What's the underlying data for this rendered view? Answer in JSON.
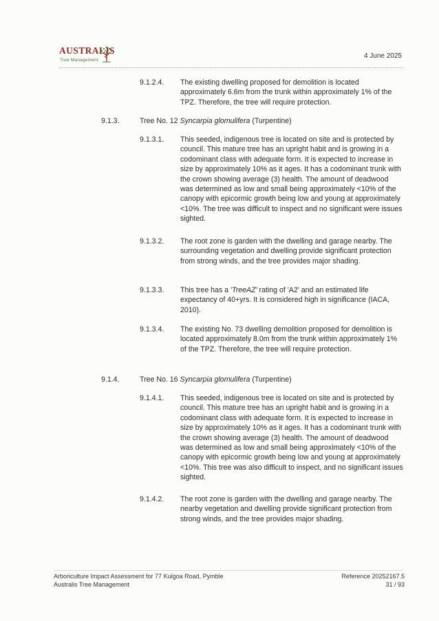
{
  "header": {
    "logo_word": "Australis",
    "logo_sub": "Tree Management",
    "date": "4 June 2025"
  },
  "sections": [
    {
      "number": "9.1.2.4.",
      "text": "The existing dwelling proposed for demolition is located approximately 6.6m from the trunk within approximately 1% of the TPZ. Therefore, the tree will require protection."
    },
    {
      "number": "9.1.3.",
      "prefix": "Tree No. 12 ",
      "species": "Syncarpia glomulifera",
      "suffix": " (Turpentine)"
    },
    {
      "number": "9.1.3.1.",
      "text": "This seeded, indigenous tree is located on site and is protected by council. This mature tree has an upright habit and is growing in a codominant class with adequate form. It is expected to increase in size by approximately 10% as it ages. It has a codominant trunk with the crown showing average (3) health. The amount of deadwood was determined as low and small being approximately <10% of the canopy with epicormic growth being low and young at approximately <10%. The tree was difficult to inspect and no significant were issues sighted."
    },
    {
      "number": "9.1.3.2.",
      "text": "The root zone is garden with the dwelling and garage nearby. The surrounding vegetation and dwelling provide significant protection from strong winds, and the tree provides major shading."
    },
    {
      "number": "9.1.3.3.",
      "text_a": "This tree has a ",
      "text_b": "'TreeAZ'",
      "text_c": " rating of 'A2' and an estimated life expectancy of 40+yrs. It is considered high in significance (IACA, 2010)."
    },
    {
      "number": "9.1.3.4.",
      "text": "The existing No. 73 dwelling demolition proposed for demolition is located approximately 8.0m from the trunk within approximately 1% of the TPZ. Therefore, the tree will require protection."
    },
    {
      "number": "9.1.4.",
      "prefix": "Tree No. 16 ",
      "species": "Syncarpia glomulifera",
      "suffix": " (Turpentine)"
    },
    {
      "number": "9.1.4.1.",
      "text": "This seeded, indigenous tree is located on site and is protected by council. This mature tree has an upright habit and is growing in a codominant class with adequate form. It is expected to increase in size by approximately 10% as it ages. It has a codominant trunk with the crown showing average (3) health. The amount of deadwood was determined as low and small being approximately <10% of the canopy with epicormic growth being low and young at approximately <10%. This tree was also difficult to inspect, and no significant issues sighted."
    },
    {
      "number": "9.1.4.2.",
      "text": "The root zone is garden with the dwelling and garage nearby. The nearby vegetation and dwelling provide significant protection from strong winds, and the tree provides major shading."
    }
  ],
  "footer": {
    "left_line1": "Arboriculture Impact Assessment for 77 Kulgoa Road, Pymble",
    "left_line2": "Australis Tree Management",
    "right_line1": "Reference 20252167.5",
    "right_line2": "31 / 93"
  }
}
